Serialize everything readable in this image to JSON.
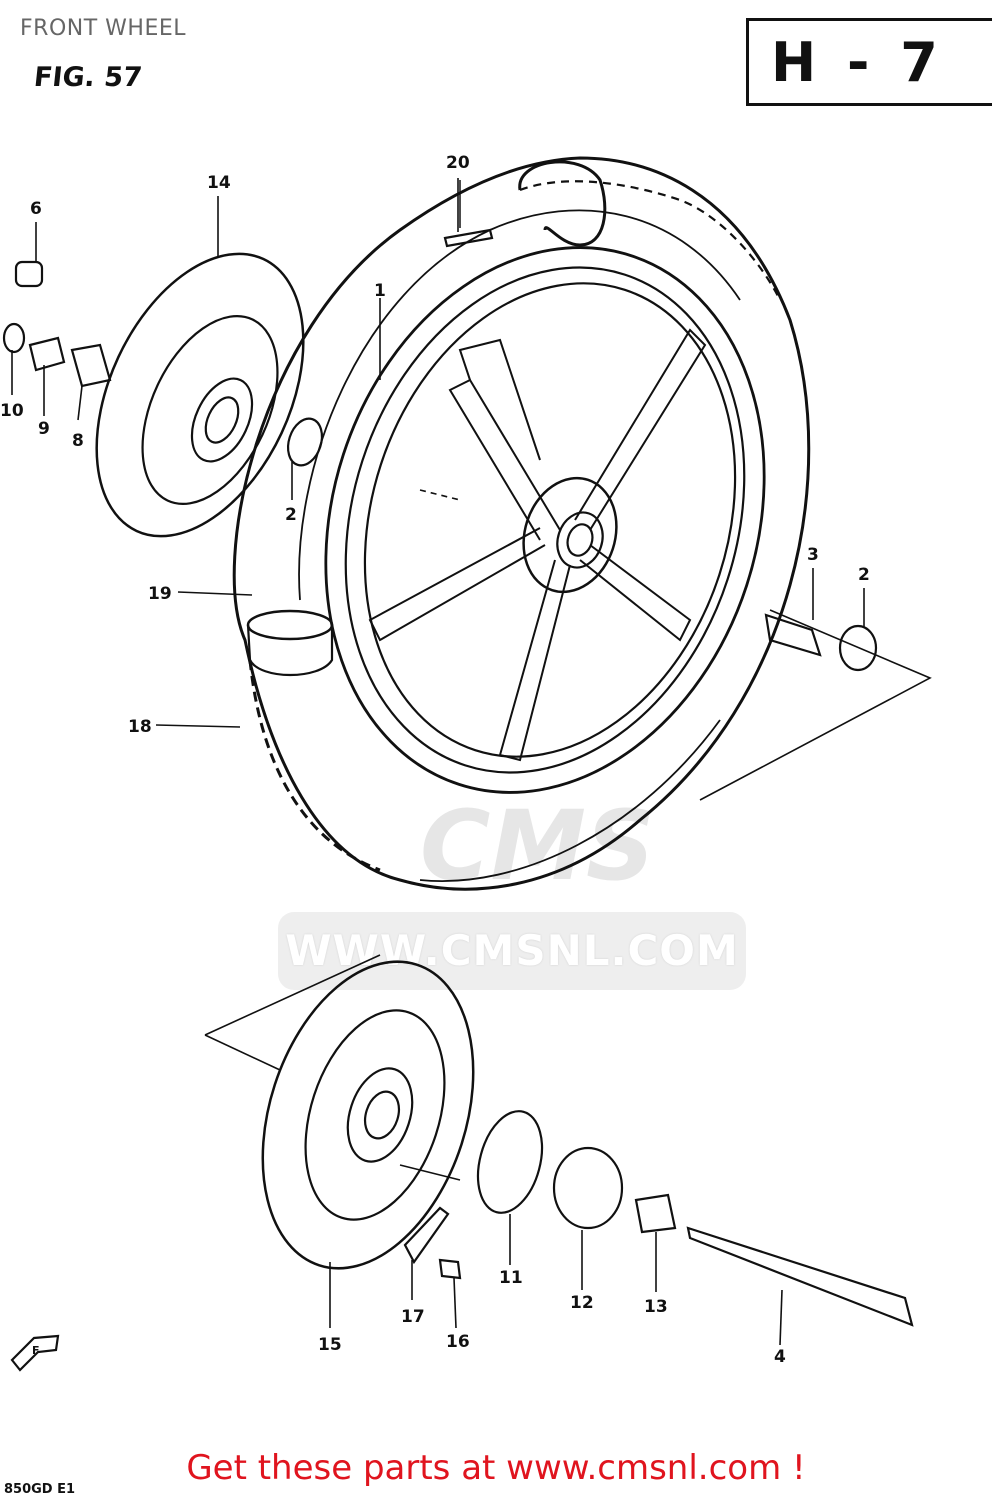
{
  "header": {
    "title": "FRONT WHEEL",
    "figure": "FIG. 57",
    "section_code": "H - 7"
  },
  "watermark": {
    "brand": "CMS",
    "url": "WWW.CMSNL.COM"
  },
  "footer": {
    "cta": "Get these parts at www.cmsnl.com !",
    "model_code": "850GD  E1"
  },
  "arrow": {
    "label": "F"
  },
  "callouts": [
    {
      "id": "callout-1",
      "label": "1"
    },
    {
      "id": "callout-2a",
      "label": "2"
    },
    {
      "id": "callout-2b",
      "label": "2"
    },
    {
      "id": "callout-3",
      "label": "3"
    },
    {
      "id": "callout-4",
      "label": "4"
    },
    {
      "id": "callout-6",
      "label": "6"
    },
    {
      "id": "callout-8",
      "label": "8"
    },
    {
      "id": "callout-9",
      "label": "9"
    },
    {
      "id": "callout-10",
      "label": "10"
    },
    {
      "id": "callout-11",
      "label": "11"
    },
    {
      "id": "callout-12",
      "label": "12"
    },
    {
      "id": "callout-13",
      "label": "13"
    },
    {
      "id": "callout-14",
      "label": "14"
    },
    {
      "id": "callout-15",
      "label": "15"
    },
    {
      "id": "callout-16",
      "label": "16"
    },
    {
      "id": "callout-17",
      "label": "17"
    },
    {
      "id": "callout-18",
      "label": "18"
    },
    {
      "id": "callout-19",
      "label": "19"
    },
    {
      "id": "callout-20",
      "label": "20"
    }
  ],
  "colors": {
    "ink": "#111111",
    "cta": "#e0141e",
    "title": "#666666"
  }
}
